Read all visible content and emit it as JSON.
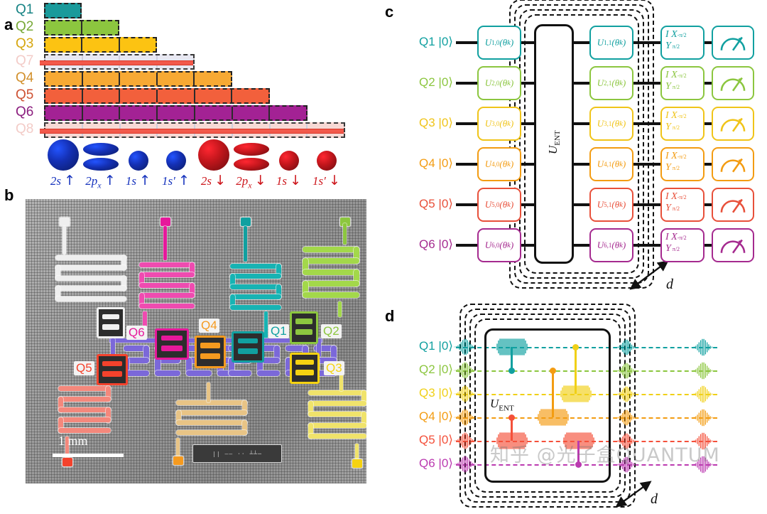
{
  "figure": {
    "panels": [
      "a",
      "b",
      "c",
      "d"
    ]
  },
  "panel_a": {
    "letter": "a",
    "rows": [
      {
        "label": "Q1",
        "color": "#1a9a9b",
        "segments": 1,
        "faded": false
      },
      {
        "label": "Q2",
        "color": "#8cc63f",
        "segments": 2,
        "faded": false
      },
      {
        "label": "Q3",
        "color": "#fcc312",
        "segments": 3,
        "faded": false
      },
      {
        "label": "Q7",
        "color": "#e8e8f2",
        "segments": 4,
        "faded": true
      },
      {
        "label": "Q4",
        "color": "#f7a934",
        "segments": 5,
        "faded": false
      },
      {
        "label": "Q5",
        "color": "#f2603c",
        "segments": 6,
        "faded": false
      },
      {
        "label": "Q6",
        "color": "#a32294",
        "segments": 7,
        "faded": false
      },
      {
        "label": "Q8",
        "color": "#f7d9d5",
        "segments": 8,
        "faded": true
      }
    ],
    "orbitals": [
      {
        "name": "2s",
        "spin": "↑",
        "shape": "sphere",
        "size": "large",
        "color": "#1430b4"
      },
      {
        "name": "2p",
        "sub": "x",
        "spin": "↑",
        "shape": "dumbbell",
        "size": "large",
        "color": "#1430b4"
      },
      {
        "name": "1s",
        "spin": "↑",
        "shape": "sphere",
        "size": "small",
        "color": "#1430b4"
      },
      {
        "name": "1s′",
        "spin": "↑",
        "shape": "sphere",
        "size": "small",
        "color": "#1430b4"
      },
      {
        "name": "2s",
        "spin": "↓",
        "shape": "sphere",
        "size": "large",
        "color": "#c3161c"
      },
      {
        "name": "2p",
        "sub": "x",
        "spin": "↓",
        "shape": "dumbbell",
        "size": "large",
        "color": "#c3161c"
      },
      {
        "name": "1s",
        "spin": "↓",
        "shape": "sphere",
        "size": "small",
        "color": "#c3161c"
      },
      {
        "name": "1s′",
        "spin": "↓",
        "shape": "sphere",
        "size": "small",
        "color": "#c3161c"
      }
    ]
  },
  "panel_b": {
    "letter": "b",
    "scale_bar_label": "1 mm",
    "chip_marking": "|| —— ⋅⋅  ┴┴─",
    "qubits": [
      {
        "label": "Q1",
        "color": "#11a0a0"
      },
      {
        "label": "Q2",
        "color": "#8cc63f"
      },
      {
        "label": "Q3",
        "color": "#f5d211"
      },
      {
        "label": "Q4",
        "color": "#f59a1f"
      },
      {
        "label": "Q5",
        "color": "#f4422c"
      },
      {
        "label": "Q6",
        "color": "#e6189b"
      }
    ]
  },
  "panel_c": {
    "letter": "c",
    "depth_label": "d",
    "ent_label": "U",
    "ent_sub": "ENT",
    "wires": [
      {
        "init": "Q1 |0⟩",
        "color": "#11a0a0",
        "u0": "U",
        "u0_sup": "1,0",
        "u1": "U",
        "u1_sup": "1,1",
        "arg": "(θ",
        "arg_sub": "k",
        "arg_end": ")"
      },
      {
        "init": "Q2 |0⟩",
        "color": "#8cc63f",
        "u0": "U",
        "u0_sup": "2,0",
        "u1": "U",
        "u1_sup": "2,1",
        "arg": "(θ",
        "arg_sub": "k",
        "arg_end": ")"
      },
      {
        "init": "Q3 |0⟩",
        "color": "#f0c419",
        "u0": "U",
        "u0_sup": "3,0",
        "u1": "U",
        "u1_sup": "3,1",
        "arg": "(θ",
        "arg_sub": "k",
        "arg_end": ")"
      },
      {
        "init": "Q4 |0⟩",
        "color": "#f39c12",
        "u0": "U",
        "u0_sup": "4,0",
        "u1": "U",
        "u1_sup": "4,1",
        "arg": "(θ",
        "arg_sub": "k",
        "arg_end": ")"
      },
      {
        "init": "Q5 |0⟩",
        "color": "#e8503a",
        "u0": "U",
        "u0_sup": "5,0",
        "u1": "U",
        "u1_sup": "5,1",
        "arg": "(θ",
        "arg_sub": "k",
        "arg_end": ")"
      },
      {
        "init": "Q6 |0⟩",
        "color": "#a52a8f",
        "u0": "U",
        "u0_sup": "6,0",
        "u1": "U",
        "u1_sup": "6,1",
        "arg": "(θ",
        "arg_sub": "k",
        "arg_end": ")"
      }
    ],
    "tomography_gate": {
      "i": "I",
      "x": "X",
      "x_sub": "-π/2",
      "y": "Y",
      "y_sub": "π/2"
    },
    "measure_icon": "meter-icon"
  },
  "panel_d": {
    "letter": "d",
    "depth_label": "d",
    "ent_label": "U",
    "ent_sub": "ENT",
    "wires": [
      {
        "init": "Q1 |0⟩",
        "color": "#11a0a0"
      },
      {
        "init": "Q2 |0⟩",
        "color": "#8cc63f"
      },
      {
        "init": "Q3 |0⟩",
        "color": "#f0d017"
      },
      {
        "init": "Q4 |0⟩",
        "color": "#f39c12"
      },
      {
        "init": "Q5 |0⟩",
        "color": "#f4503a"
      },
      {
        "init": "Q6 |0⟩",
        "color": "#bb3ab0"
      }
    ]
  },
  "watermark": {
    "text": "知乎 @光子盒QUANTUM"
  }
}
